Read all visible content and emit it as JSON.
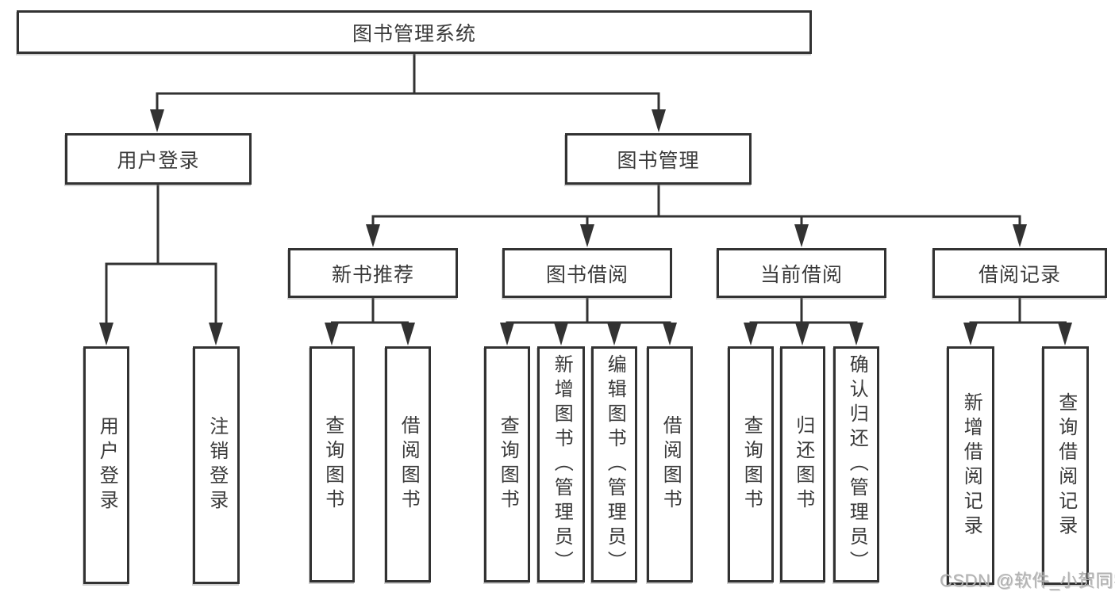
{
  "tree": {
    "root": {
      "label": "图书管理系统",
      "children": [
        {
          "label": "用户登录",
          "children": [
            {
              "label": "用户登录"
            },
            {
              "label": "注销登录"
            }
          ]
        },
        {
          "label": "图书管理",
          "children": [
            {
              "label": "新书推荐",
              "children": [
                {
                  "label": "查询图书"
                },
                {
                  "label": "借阅图书"
                }
              ]
            },
            {
              "label": "图书借阅",
              "children": [
                {
                  "label": "查询图书"
                },
                {
                  "label": "新增图书（管理员）"
                },
                {
                  "label": "编辑图书（管理员）"
                },
                {
                  "label": "借阅图书"
                }
              ]
            },
            {
              "label": "当前借阅",
              "children": [
                {
                  "label": "查询图书"
                },
                {
                  "label": "归还图书"
                },
                {
                  "label": "确认归还（管理员）"
                }
              ]
            },
            {
              "label": "借阅记录",
              "children": [
                {
                  "label": "新增借阅记录"
                },
                {
                  "label": "查询借阅记录"
                }
              ]
            }
          ]
        }
      ]
    }
  },
  "watermark": {
    "text": "CSDN @软件_小贺同学"
  },
  "colors": {
    "line": "#323232",
    "text": "#3a3a3a",
    "watermark": "#b2b2b2",
    "background": "#ffffff"
  }
}
